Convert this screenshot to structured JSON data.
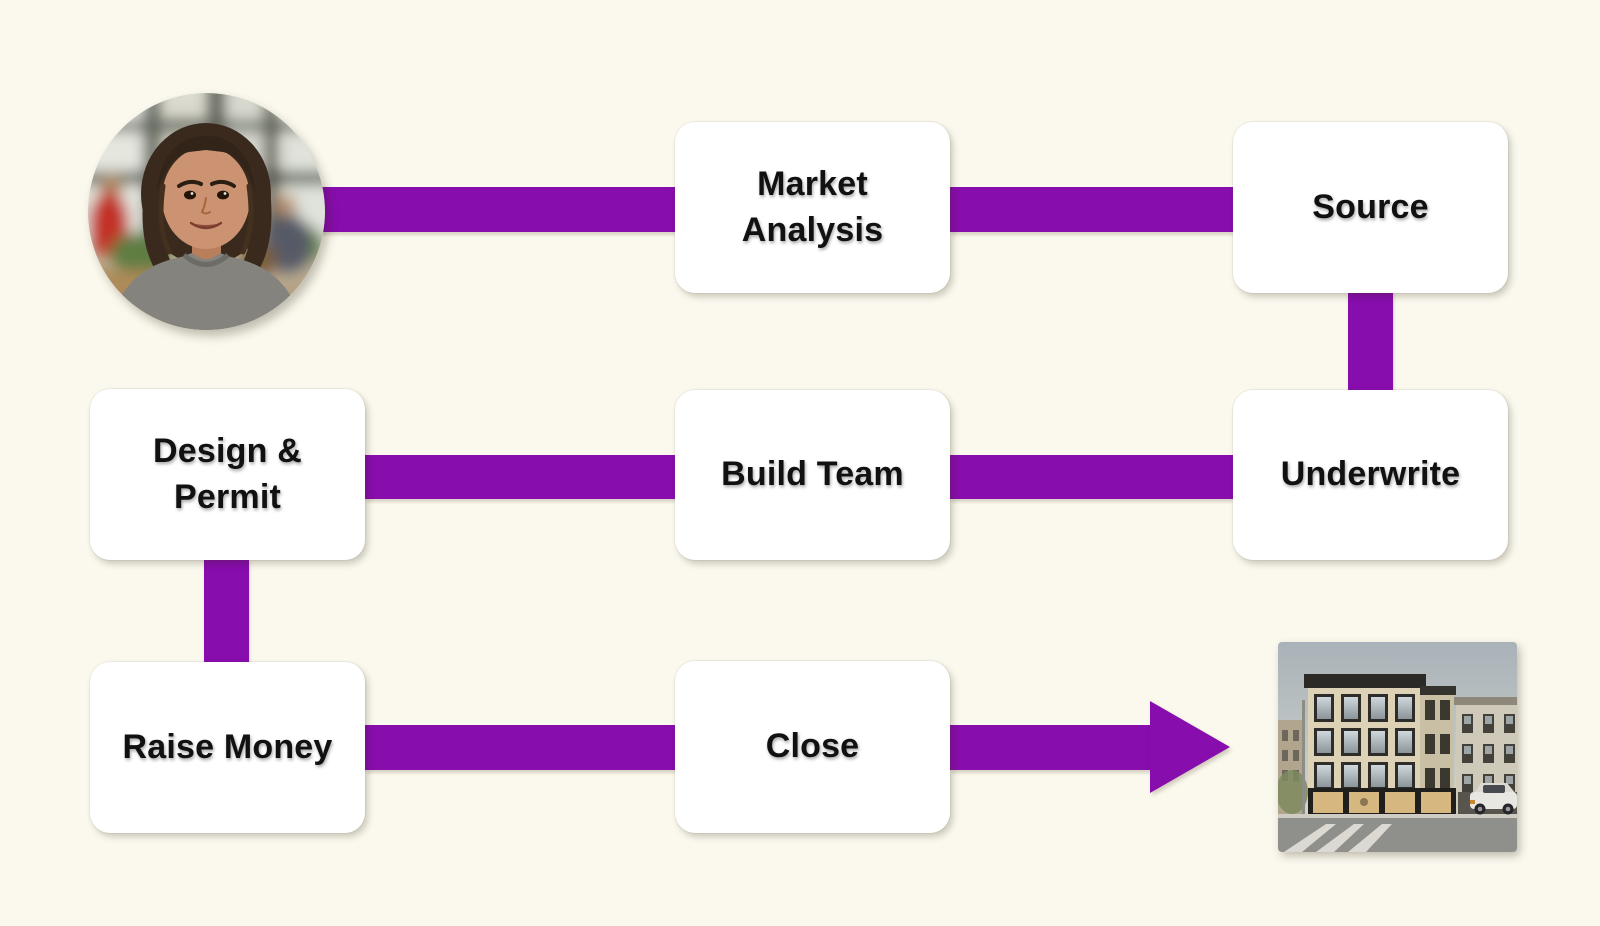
{
  "colors": {
    "background": "#FBF9EE",
    "connector": "#880DAD",
    "node_background": "#FFFFFF",
    "node_text": "#111111"
  },
  "nodes": {
    "market_analysis": "Market\nAnalysis",
    "source": "Source",
    "design_permit": "Design &\nPermit",
    "build_team": "Build Team",
    "underwrite": "Underwrite",
    "raise_money": "Raise Money",
    "close": "Close"
  },
  "images": {
    "avatar": "portrait-of-woman-in-gray-sweater-office-background",
    "building": "corner-commercial-brownstone-building-street-photo"
  }
}
